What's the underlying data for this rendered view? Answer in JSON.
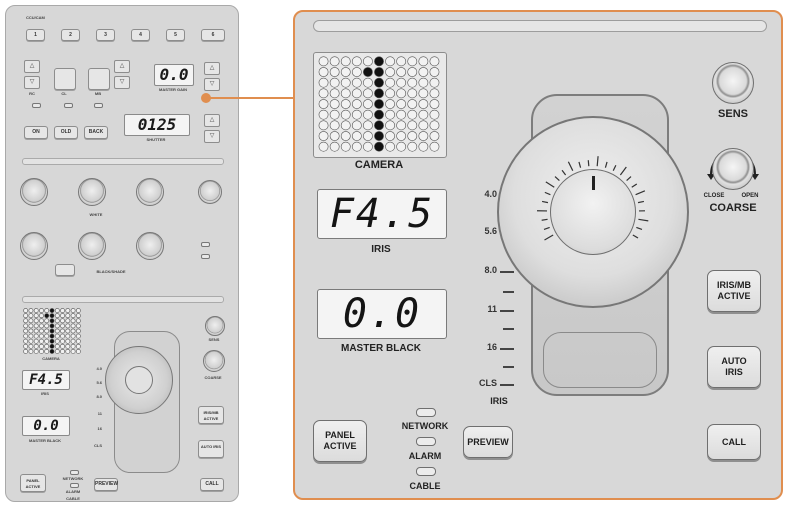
{
  "small_panel": {
    "header": "CCU/CAM",
    "camera_buttons": [
      "1",
      "2",
      "3",
      "4",
      "5",
      "6"
    ],
    "left_labels": [
      "RC",
      "CL",
      "MB"
    ],
    "lcd_top": "0.0",
    "lcd_top_label": "MASTER GAIN",
    "lcd_mid": "0125",
    "lcd_mid_label": "SHUTTER",
    "row_buttons": [
      "ON",
      "OLD",
      "BACK"
    ],
    "white_label": "WHITE",
    "black_label": "BLACK/SHADE",
    "camera_label": "CAMERA",
    "iris_lcd": "F4.5",
    "iris_label": "IRIS",
    "mb_lcd": "0.0",
    "mb_label": "MASTER BLACK",
    "sens_label": "SENS",
    "coarse_label": "COARSE",
    "scale": [
      "4.0",
      "5.6",
      "8.0",
      "11",
      "16",
      "CLS"
    ],
    "btn_panel": "PANEL ACTIVE",
    "btn_preview": "PREVIEW",
    "btn_iris": "IRIS/MB ACTIVE",
    "btn_auto": "AUTO IRIS",
    "btn_call": "CALL",
    "leds": [
      "NETWORK",
      "ALARM",
      "CABLE"
    ]
  },
  "main_panel": {
    "camera_label": "CAMERA",
    "camera_number": "1",
    "sens_label": "SENS",
    "close_label": "CLOSE",
    "open_label": "OPEN",
    "coarse_label": "COARSE",
    "iris_value": "F4.5",
    "iris_label": "IRIS",
    "master_black_value": "0.0",
    "master_black_label": "MASTER BLACK",
    "iris_scale": [
      "4.0",
      "5.6",
      "8.0",
      "11",
      "16",
      "CLS"
    ],
    "iris_scale_label": "IRIS",
    "iris_mb_active_line1": "IRIS/MB",
    "iris_mb_active_line2": "ACTIVE",
    "auto_iris_line1": "AUTO",
    "auto_iris_line2": "IRIS",
    "panel_active_line1": "PANEL",
    "panel_active_line2": "ACTIVE",
    "preview_label": "PREVIEW",
    "call_label": "CALL",
    "network_label": "NETWORK",
    "alarm_label": "ALARM",
    "cable_label": "CABLE"
  },
  "colors": {
    "callout": "#e08e4f",
    "panel": "#d8d8d8",
    "lcd": "#f4f4f4",
    "dot_on": "#111111",
    "dot_off": "#f2f2f2"
  }
}
